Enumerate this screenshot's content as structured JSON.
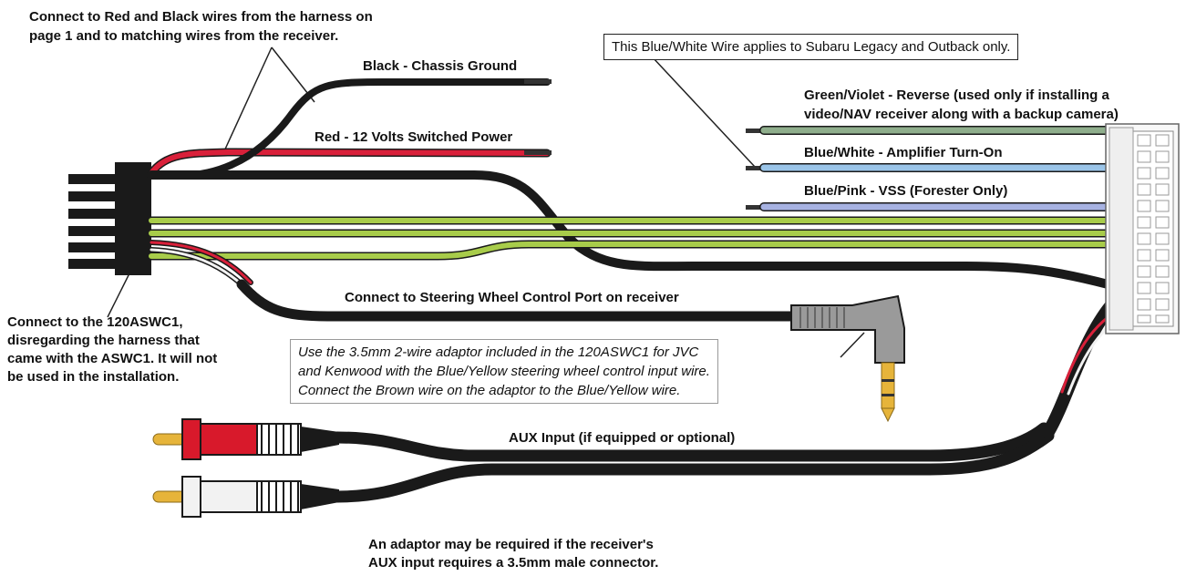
{
  "labels": {
    "harness_note_line1": "Connect to Red and Black wires from the harness on",
    "harness_note_line2": "page 1 and to matching wires from the receiver.",
    "black_wire": "Black - Chassis Ground",
    "red_wire": "Red - 12 Volts Switched Power",
    "subaru_note": "This Blue/White Wire applies to Subaru Legacy and Outback only.",
    "green_violet_line1": "Green/Violet - Reverse (used only if installing a",
    "green_violet_line2": "video/NAV receiver along with a backup camera)",
    "blue_white": "Blue/White - Amplifier Turn-On",
    "blue_pink": "Blue/Pink - VSS (Forester Only)",
    "steering_port": "Connect to Steering Wheel Control Port on receiver",
    "aswc_note_line1": "Connect to the 120ASWC1,",
    "aswc_note_line2": "disregarding the harness that",
    "aswc_note_line3": "came with the ASWC1.  It will not",
    "aswc_note_line4": "be used in the installation.",
    "adaptor_note_line1": "Use the 3.5mm 2-wire adaptor included in the 120ASWC1 for JVC",
    "adaptor_note_line2": "and Kenwood with the Blue/Yellow steering wheel control input wire.",
    "adaptor_note_line3": "Connect the Brown wire on the adaptor to the Blue/Yellow wire.",
    "aux_input": "AUX Input (if equipped or optional)",
    "aux_note_line1": "An adaptor may be required if the receiver's",
    "aux_note_line2": "AUX input requires a 3.5mm male connector."
  },
  "colors": {
    "black_wire": "#1a1a1a",
    "red_wire": "#d9203a",
    "green_violet_wire": "#8fae8c",
    "blue_white_wire": "#9ac4e8",
    "blue_pink_wire": "#a7b2e2",
    "green_stripe_wire": "#a8cc4a",
    "rca_red": "#d8192b",
    "rca_white": "#f2f2f2",
    "rca_tip": "#e6b43a",
    "jack_body": "#9a9a9a"
  }
}
